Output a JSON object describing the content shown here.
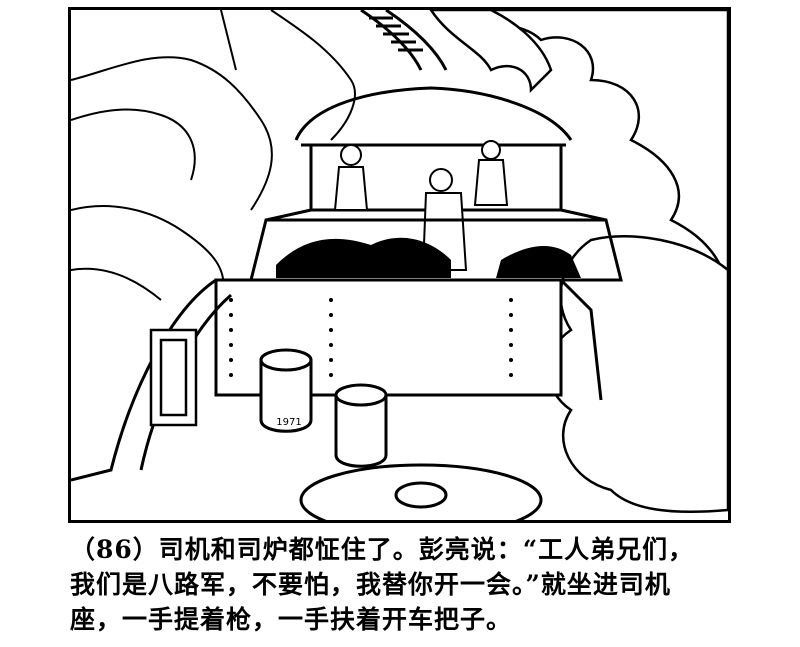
{
  "caption": {
    "number": "（86）",
    "line1": "司机和司炉都怔住了。彭亮说：“工人弟兄们，",
    "line2": "我们是八路军，不要怕，我替你开一会。”就坐进司机",
    "line3": "座，一手提着枪，一手扶着开车把子。"
  },
  "can_label": "1971"
}
